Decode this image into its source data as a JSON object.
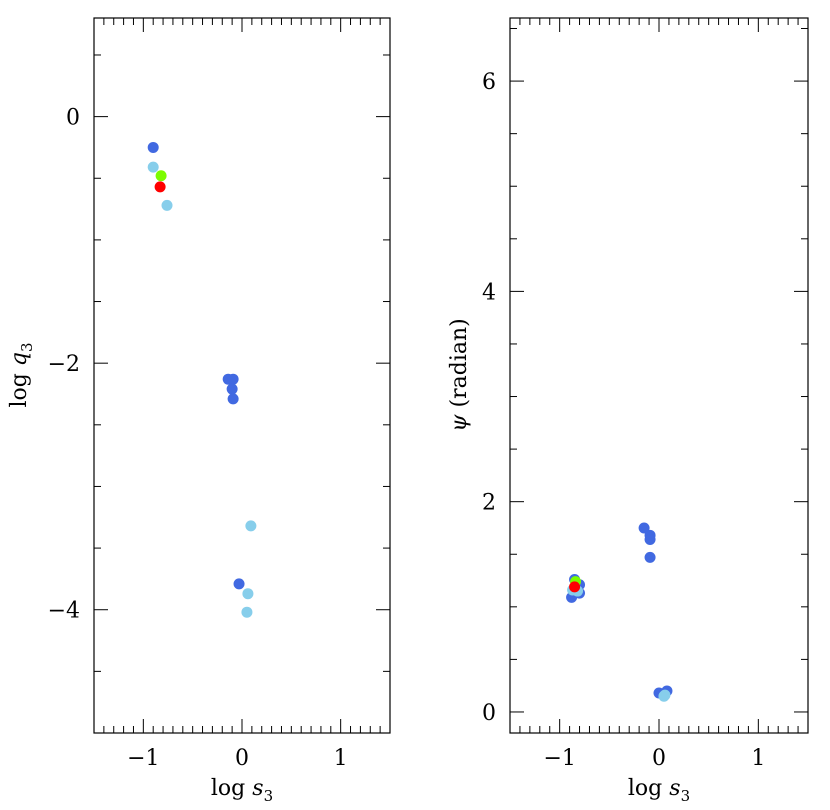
{
  "chart_data": [
    {
      "type": "scatter",
      "xlabel": "log s₃",
      "xlabel_main": "log",
      "xlabel_var": "s",
      "xlabel_sub": "3",
      "ylabel": "log q₃",
      "ylabel_main": "log",
      "ylabel_var": "q",
      "ylabel_sub": "3",
      "xlim": [
        -1.5,
        1.5
      ],
      "ylim": [
        -5.0,
        0.8
      ],
      "xticks_major": [
        -1,
        0,
        1
      ],
      "xtick_labels": [
        "−1",
        "0",
        "1"
      ],
      "yticks_major": [
        0,
        -2,
        -4
      ],
      "ytick_labels": [
        "0",
        "−2",
        "−4"
      ],
      "grid": false,
      "points": [
        {
          "x": -0.9,
          "y": -0.25,
          "color": "#4169e1"
        },
        {
          "x": -0.9,
          "y": -0.41,
          "color": "#87ceeb"
        },
        {
          "x": -0.82,
          "y": -0.48,
          "color": "#7cfc00"
        },
        {
          "x": -0.83,
          "y": -0.57,
          "color": "#ff0000"
        },
        {
          "x": -0.76,
          "y": -0.72,
          "color": "#87ceeb"
        },
        {
          "x": -0.14,
          "y": -2.13,
          "color": "#4169e1"
        },
        {
          "x": -0.09,
          "y": -2.13,
          "color": "#4169e1"
        },
        {
          "x": -0.1,
          "y": -2.21,
          "color": "#4169e1"
        },
        {
          "x": -0.09,
          "y": -2.29,
          "color": "#4169e1"
        },
        {
          "x": 0.09,
          "y": -3.32,
          "color": "#87ceeb"
        },
        {
          "x": -0.03,
          "y": -3.79,
          "color": "#4169e1"
        },
        {
          "x": 0.06,
          "y": -3.87,
          "color": "#87ceeb"
        },
        {
          "x": 0.05,
          "y": -4.02,
          "color": "#87ceeb"
        }
      ]
    },
    {
      "type": "scatter",
      "xlabel": "log s₃",
      "xlabel_main": "log",
      "xlabel_var": "s",
      "xlabel_sub": "3",
      "ylabel": "ψ (radian)",
      "ylabel_var": "ψ",
      "ylabel_main": "(radian)",
      "xlim": [
        -1.5,
        1.5
      ],
      "ylim": [
        -0.2,
        6.6
      ],
      "xticks_major": [
        -1,
        0,
        1
      ],
      "xtick_labels": [
        "−1",
        "0",
        "1"
      ],
      "yticks_major": [
        0,
        2,
        4,
        6
      ],
      "ytick_labels": [
        "0",
        "2",
        "4",
        "6"
      ],
      "grid": false,
      "points": [
        {
          "x": -0.88,
          "y": 1.09,
          "color": "#4169e1"
        },
        {
          "x": -0.87,
          "y": 1.16,
          "color": "#87ceeb"
        },
        {
          "x": -0.8,
          "y": 1.13,
          "color": "#4169e1"
        },
        {
          "x": -0.8,
          "y": 1.21,
          "color": "#4169e1"
        },
        {
          "x": -0.82,
          "y": 1.15,
          "color": "#87ceeb"
        },
        {
          "x": -0.85,
          "y": 1.26,
          "color": "#4169e1"
        },
        {
          "x": -0.84,
          "y": 1.24,
          "color": "#7cfc00"
        },
        {
          "x": -0.85,
          "y": 1.19,
          "color": "#ff0000"
        },
        {
          "x": -0.15,
          "y": 1.75,
          "color": "#4169e1"
        },
        {
          "x": -0.09,
          "y": 1.68,
          "color": "#4169e1"
        },
        {
          "x": -0.09,
          "y": 1.64,
          "color": "#4169e1"
        },
        {
          "x": -0.09,
          "y": 1.47,
          "color": "#4169e1"
        },
        {
          "x": 0.0,
          "y": 0.18,
          "color": "#4169e1"
        },
        {
          "x": 0.08,
          "y": 0.2,
          "color": "#4169e1"
        },
        {
          "x": 0.06,
          "y": 0.16,
          "color": "#87ceeb"
        },
        {
          "x": 0.05,
          "y": 0.15,
          "color": "#87ceeb"
        }
      ]
    }
  ]
}
